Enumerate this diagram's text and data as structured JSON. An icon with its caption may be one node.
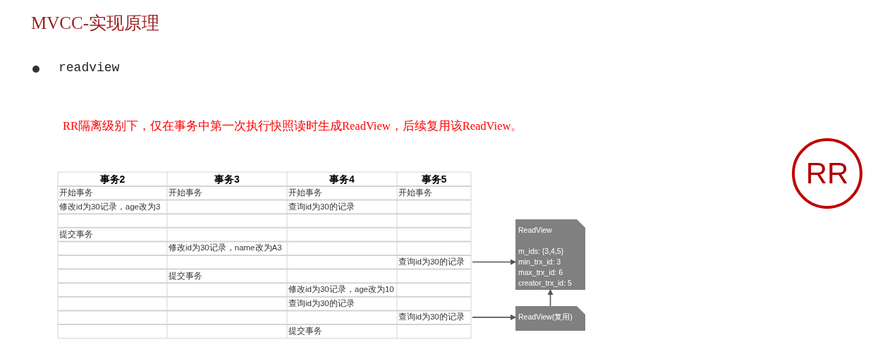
{
  "diagram": {
    "title": "MVCC-实现原理",
    "nodes": [
      {
        "text": [
          "查询id为30的记录"
        ]
      },
      {
        "text": [
          "ReadView",
          "m_ids: {3,4,5}",
          "min_trx_id: 3",
          "max_trx_id: 6",
          "creator_trx_id: 5"
        ]
      },
      {
        "text": [
          "查询id为30的记录"
        ]
      },
      {
        "text": [
          "ReadView(复用)"
        ]
      },
      {
        "text": [
          "RR"
        ]
      }
    ],
    "edges": [
      {
        "from": 0,
        "to": 1,
        "arrow": "to"
      },
      {
        "from": 2,
        "to": 3,
        "arrow": "to"
      },
      {
        "from": 3,
        "to": 1,
        "arrow": "to"
      }
    ],
    "labels": [
      "readview",
      "RR隔离级别下，仅在事务中第一次执行快照读时生成ReadView，后续复用该ReadView。",
      "事务2",
      "事务3",
      "事务4",
      "事务5",
      "开始事务",
      "开始事务",
      "开始事务",
      "开始事务",
      "修改id为30记录，age改为3",
      "查询id为30的记录",
      "提交事务",
      "修改id为30记录，name改为A3",
      "提交事务",
      "修改id为30记录，age改为10",
      "查询id为30的记录",
      "提交事务"
    ]
  }
}
